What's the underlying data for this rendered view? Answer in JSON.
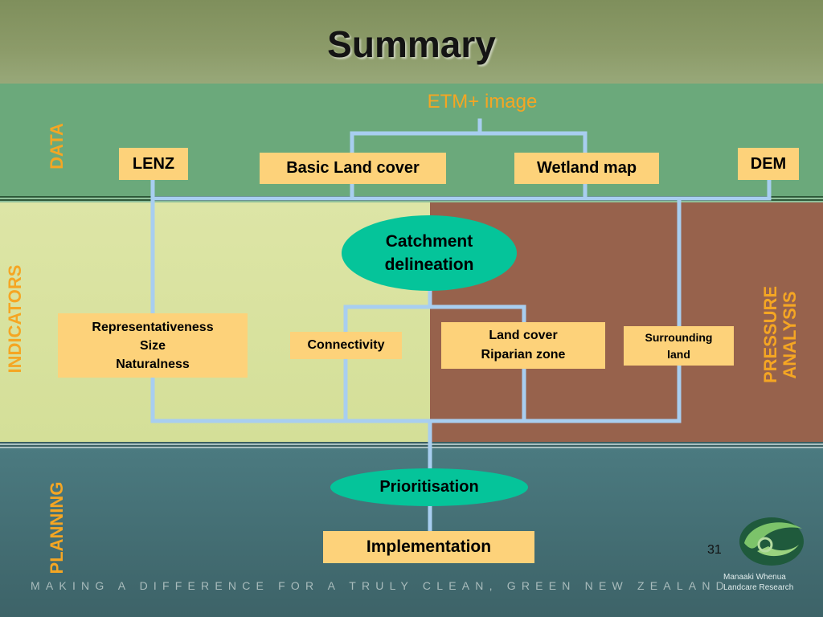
{
  "slide": {
    "title": "Summary",
    "page_number": "31",
    "tagline": "MAKING A DIFFERENCE FOR A TRULY CLEAN, GREEN NEW ZEALAND"
  },
  "sections": {
    "data": "DATA",
    "indicators": "INDICATORS",
    "pressure_line1": "PRESSURE",
    "pressure_line2": "ANALYSIS",
    "planning": "PLANNING"
  },
  "nodes": {
    "etm": "ETM+ image",
    "lenz": "LENZ",
    "basic_land_cover": "Basic Land cover",
    "wetland_map": "Wetland map",
    "dem": "DEM",
    "catchment_line1": "Catchment",
    "catchment_line2": "delineation",
    "rep_line1": "Representativeness",
    "rep_line2": "Size",
    "rep_line3": "Naturalness",
    "connectivity": "Connectivity",
    "landcover_line1": "Land cover",
    "landcover_line2": "Riparian zone",
    "surrounding_line1": "Surrounding",
    "surrounding_line2": "land",
    "prioritisation": "Prioritisation",
    "implementation": "Implementation"
  },
  "logo": {
    "line1": "Manaaki Whenua",
    "line2": "Landcare Research"
  },
  "colors": {
    "box_fill": "#fdd27a",
    "oval_fill": "#05c49a",
    "connector": "#a8cef0",
    "section_label": "#f5a623"
  }
}
